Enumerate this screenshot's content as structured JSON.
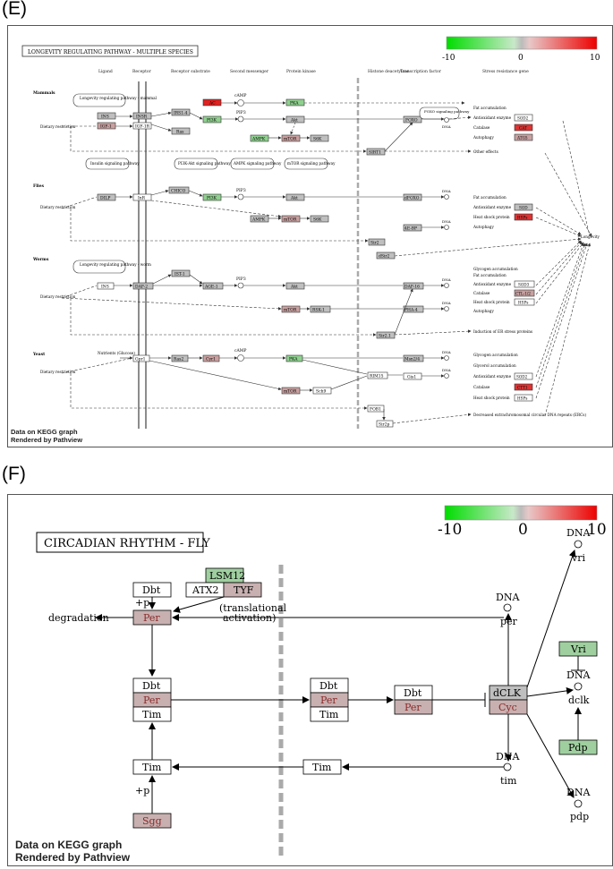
{
  "panelE": {
    "letter": "(E)",
    "title": "LONGEVITY REGULATING PATHWAY - MULTIPLE SPECIES",
    "scale": {
      "min": "-10",
      "mid": "0",
      "max": "10"
    },
    "columns": [
      "Ligand",
      "Receptor",
      "Receptor substrate",
      "Second messenger",
      "Protein kinase",
      "Histone deacetylase",
      "Transcription factor",
      "Stress resistance gene"
    ],
    "sections": [
      "Mammals",
      "Flies",
      "Worms",
      "Yeast"
    ],
    "footer": [
      "Data on KEGG graph",
      "Rendered by Pathview"
    ],
    "mammals": {
      "dietary": "Dietary restriction",
      "pathwayLabel": "Longevity regulating pathway - mammal",
      "nodes": [
        "INS",
        "IGF-1",
        "INSR",
        "IGF-1R",
        "IRS1-4",
        "Ras",
        "AC",
        "PI3K",
        "cAMP",
        "PIP3",
        "PKA",
        "Akt",
        "AMPK",
        "mTOR",
        "S6K",
        "FOXO",
        "SIRT1"
      ],
      "foxoLabel": "FOXO signaling pathway",
      "dna": "DNA",
      "pathways": [
        "Insulin signaling pathway",
        "PI3K-Akt signaling pathway",
        "AMPK signaling pathway",
        "mTOR signaling pathway"
      ],
      "outputs": [
        "Fat accumulation",
        "Antioxidant enzyme",
        "Catalase",
        "Autophagy",
        "Other effects"
      ],
      "genes": [
        "SOD2",
        "CAT",
        "ATG5"
      ]
    },
    "flies": {
      "dietary": "Dietary restriction",
      "nodes": [
        "DILP",
        "InR",
        "CHICO",
        "PI3K",
        "PIP3",
        "Akt",
        "AMPK",
        "mTOR",
        "S6K",
        "dFOXO",
        "4E-BP",
        "Sir2",
        "dSir2"
      ],
      "outputs": [
        "Fat accumulation",
        "Antioxidant enzyme",
        "Heat shock protein",
        "Autophagy"
      ],
      "genes": [
        "SOD",
        "HSPs"
      ],
      "dna": "DNA"
    },
    "worms": {
      "dietary": "Dietary restriction",
      "pathwayLabel": "Longevity regulating pathway - worm",
      "nodes": [
        "INS",
        "DAF-2",
        "IST-1",
        "AGE-1",
        "PIP3",
        "Akt",
        "DAF-16",
        "mTOR",
        "RSK-1",
        "PHA-4",
        "Sir2.1"
      ],
      "outputs": [
        "Glycogen accumulation",
        "Fat accumulation",
        "Antioxidant enzyme",
        "Catalase",
        "Heat shock protein",
        "Autophagy",
        "Induction of ER stress proteins"
      ],
      "genes": [
        "SOD3",
        "CTL-1/2",
        "HSPs"
      ],
      "dna": "DNA"
    },
    "yeast": {
      "dietary": "Dietary restriction",
      "nutrients": "Nutrients (Glucose)",
      "nodes": [
        "Gpr1",
        "Ras2",
        "Cyr1",
        "cAMP",
        "PKA",
        "Msn2/4",
        "RIM15",
        "Gis1",
        "mTOR",
        "Sch9",
        "FOB1",
        "Sir2p"
      ],
      "outputs": [
        "Glycogen accumulation",
        "Glycerol accumulation",
        "Antioxidant enzyme",
        "Catalase",
        "Heat shock protein",
        "Decreased extrachromosomal circular DNA repeats (ERCs)"
      ],
      "genes": [
        "SOD2",
        "CTT1",
        "HSPs"
      ],
      "dna": "DNA"
    },
    "longevity": "Longevity"
  },
  "panelF": {
    "letter": "(F)",
    "title": "CIRCADIAN RHYTHM - FLY",
    "scale": {
      "min": "-10",
      "mid": "0",
      "max": "10"
    },
    "footer": [
      "Data on KEGG graph",
      "Rendered by Pathview"
    ],
    "nodes": {
      "dbt_top": "Dbt",
      "per_top": "Per",
      "lsm12": "LSM12",
      "atx2": "ATX2",
      "tyf": "TYF",
      "dbt_mid": "Dbt",
      "per_mid": "Per",
      "tim_mid": "Tim",
      "dbt_c": "Dbt",
      "per_c": "Per",
      "tim_c": "Tim",
      "dbt_r": "Dbt",
      "per_r": "Per",
      "dclk": "dCLK",
      "cyc": "Cyc",
      "vri": "Vri",
      "pdp": "Pdp",
      "tim_bot": "Tim",
      "tim_bot2": "Tim",
      "sgg": "Sgg"
    },
    "labels": {
      "p_top": "+p",
      "p_bot": "+p",
      "degradation": "degradation",
      "translational": "(translational",
      "activation": "activation)",
      "dna_per": "DNA",
      "per": "per",
      "dna_vri": "DNA",
      "vri": "vri",
      "dna_dclk": "DNA",
      "dclk": "dclk",
      "dna_tim": "DNA",
      "tim": "tim",
      "dna_pdp": "DNA",
      "pdp": "pdp"
    },
    "colors": {
      "grey": "#bfbfbf",
      "red_light": "#d8a8a8",
      "green_light": "#8fd08f",
      "white": "#ffffff"
    }
  }
}
